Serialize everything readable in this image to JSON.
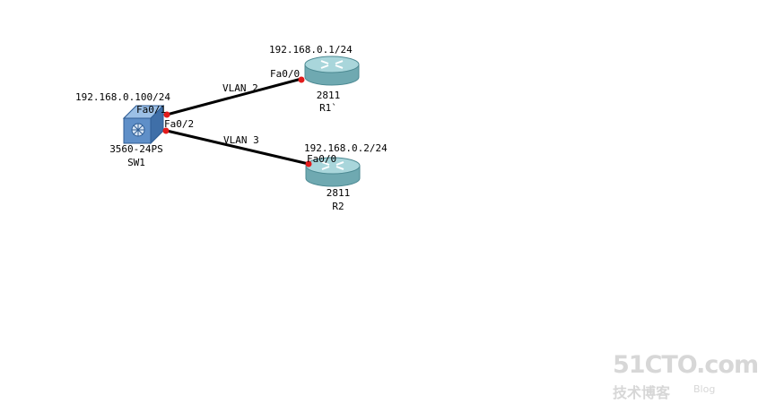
{
  "devices": {
    "sw1": {
      "ip": "192.168.0.100/24",
      "model": "3560-24PS",
      "name": "SW1"
    },
    "r1": {
      "ip": "192.168.0.1/24",
      "model": "2811",
      "name": "R1`"
    },
    "r2": {
      "ip": "192.168.0.2/24",
      "model": "2811",
      "name": "R2"
    }
  },
  "links": {
    "sw1_r1": {
      "vlan": "VLAN 2",
      "sw_port": "Fa0/1",
      "router_port": "Fa0/0"
    },
    "sw1_r2": {
      "vlan": "VLAN 3",
      "sw_port": "Fa0/2",
      "router_port": "Fa0/0"
    }
  },
  "watermark": {
    "brand": "51CTO.com",
    "tagline": "技术博客",
    "blog": "Blog"
  },
  "colors": {
    "link": "#000000",
    "port_dot": "#e21b1b",
    "router": "#8fc3c9",
    "switch": "#5f8fc8",
    "watermark": "#d7d7d7"
  }
}
